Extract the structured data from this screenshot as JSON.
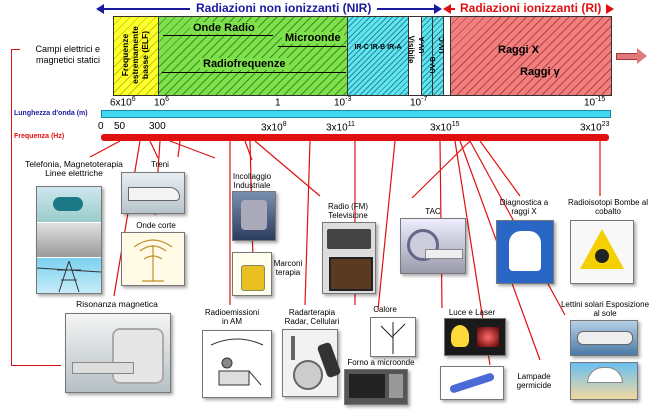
{
  "header": {
    "nir_title": "Radiazioni non ionizzanti (NIR)",
    "ri_title": "Radiazioni ionizzanti (RI)"
  },
  "spectrum": {
    "elf": "Frequenze estremamente basse (ELF)",
    "onde_radio": "Onde Radio",
    "microonde": "Microonde",
    "radiofrequenze": "Radiofrequenze",
    "ir_bands": "IR-C IR-B IR-A",
    "visibile": "Visibile",
    "uva": "UV-A",
    "uvb": "UV-B",
    "uvc": "UV-C",
    "raggi_x": "Raggi X",
    "raggi_gamma": "Raggi γ"
  },
  "static_fields": "Campi elettrici e magnetici statici",
  "wavelength": {
    "label": "Lunghezza d'onda (m)",
    "ticks": [
      {
        "base": "6x10",
        "exp": "6"
      },
      {
        "base": "10",
        "exp": "6"
      },
      {
        "base": "1",
        "exp": ""
      },
      {
        "base": "10",
        "exp": "-3"
      },
      {
        "base": "10",
        "exp": "-7"
      },
      {
        "base": "10",
        "exp": "-15"
      }
    ]
  },
  "frequency": {
    "label": "Frequenza (Hz)",
    "ticks": [
      {
        "base": "0",
        "exp": ""
      },
      {
        "base": "50",
        "exp": ""
      },
      {
        "base": "300",
        "exp": ""
      },
      {
        "base": "3x10",
        "exp": "8"
      },
      {
        "base": "3x10",
        "exp": "11"
      },
      {
        "base": "3x10",
        "exp": "15"
      },
      {
        "base": "3x10",
        "exp": "23"
      }
    ]
  },
  "applications": {
    "telefonia": "Telefonia, Magnetoterapia Linee elettriche",
    "treni": "Treni",
    "incollaggio": "Incollaggio Industriale",
    "radio_fm": "Radio (FM) Televisione",
    "tac": "TAC",
    "diagnostica": "Diagnostica a raggi X",
    "radioisotopi": "Radioisotopi Bombe al cobalto",
    "onde_corte": "Onde corte",
    "marconi": "Marconi terapia",
    "risonanza": "Risonanza magnetica",
    "radioemissioni": "Radioemissioni in AM",
    "radarterapia": "Radarterapia Radar, Cellulari",
    "calore": "Calore",
    "forno": "Forno a microonde",
    "luce_laser": "Luce e Laser",
    "lettini": "Lettini solari Esposizione al sole",
    "lampade": "Lampade germicide"
  },
  "colors": {
    "elf": "#ffff2a",
    "radio": "#7ee04a",
    "ir": "#5fe6ef",
    "ionizing": "#f08080",
    "frequency_bar": "#e01010",
    "wavelength_bar": "#40d8f0",
    "title_blue": "#1a1aa0",
    "title_red": "#e01010"
  }
}
